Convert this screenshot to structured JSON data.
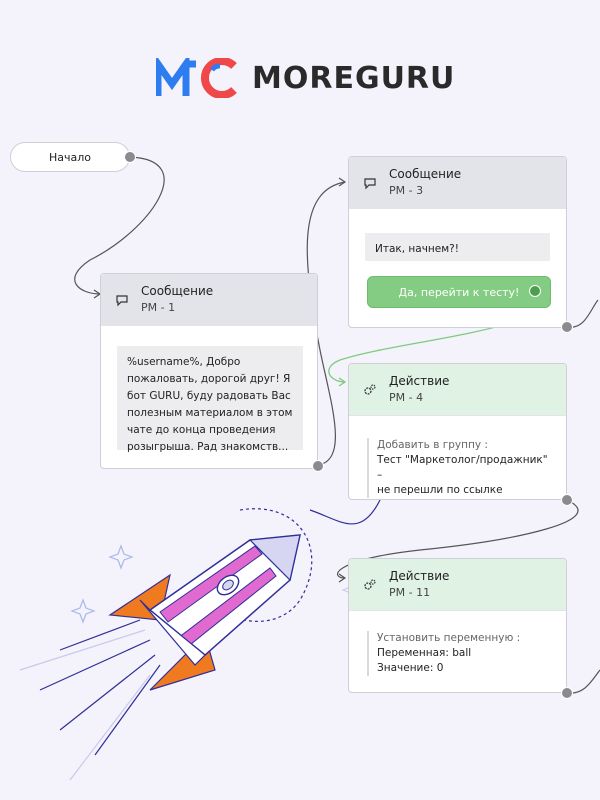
{
  "brand": {
    "name": "MOREGURU",
    "colors": {
      "blue": "#2d7df0",
      "red": "#f04848",
      "text": "#2a2a2a"
    }
  },
  "flow": {
    "start": {
      "label": "Начало"
    },
    "nodes": {
      "msg1": {
        "title": "Сообщение",
        "sub": "РМ - 1",
        "icon": "chat-bubble-icon",
        "text": "%username%, Добро пожаловать, дорогой друг! Я бот GURU, буду радовать Вас полезным материалом в этом чате до конца проведения розыгрыша. Рад знакомств..."
      },
      "msg3": {
        "title": "Сообщение",
        "sub": "РМ - 3",
        "icon": "chat-bubble-icon",
        "text": "Итак, начнем?!",
        "button": "Да, перейти к тесту!"
      },
      "act4": {
        "title": "Действие",
        "sub": "РМ - 4",
        "icon": "gears-icon",
        "label": "Добавить в группу :",
        "value_line1": "Тест \"Маркетолог/продажник\" –",
        "value_line2": "не перешли по ссылке"
      },
      "act11": {
        "title": "Действие",
        "sub": "РМ - 11",
        "icon": "gears-icon",
        "label": "Установить переменную :",
        "value_line1": "Переменная: ball",
        "value_line2": "Значение: 0"
      }
    }
  }
}
